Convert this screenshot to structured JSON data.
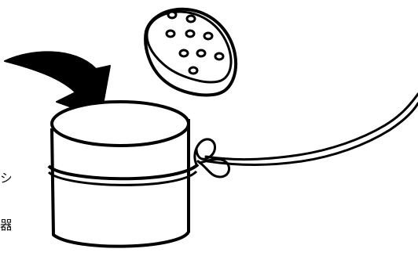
{
  "edge_text": {
    "lines": [
      "シ",
      "器"
    ]
  },
  "illustration": {
    "objects": [
      "curved-arrow",
      "perforated-lid",
      "cylindrical-container",
      "tied-string"
    ],
    "holes_in_lid": 9,
    "ink_color": "#000000",
    "background_color": "#ffffff"
  }
}
